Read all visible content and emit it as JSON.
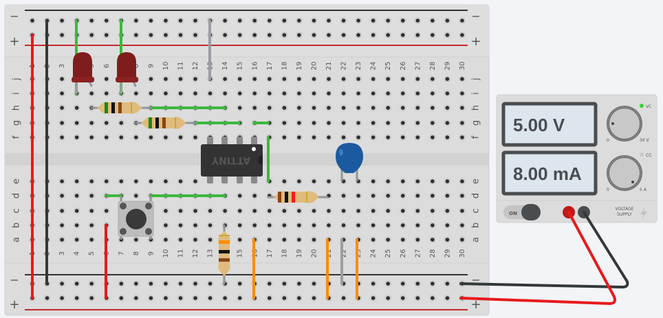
{
  "breadboard": {
    "columns": [
      "1",
      "2",
      "3",
      "4",
      "5",
      "6",
      "7",
      "8",
      "9",
      "10",
      "11",
      "12",
      "13",
      "14",
      "15",
      "16",
      "17",
      "18",
      "19",
      "20",
      "21",
      "22",
      "23",
      "24",
      "25",
      "26",
      "27",
      "28",
      "29",
      "30"
    ],
    "rows_top": [
      "j",
      "i",
      "h",
      "g",
      "f"
    ],
    "rows_bottom": [
      "e",
      "d",
      "c",
      "b",
      "a"
    ],
    "rail_minus_label": "−",
    "rail_plus_label": "+"
  },
  "components": {
    "chip_label": "ATTINY",
    "leds": [
      {
        "name": "led-1",
        "color": "#8b1e1e"
      },
      {
        "name": "led-2",
        "color": "#8b1e1e"
      }
    ],
    "resistor_bands_1": [
      "#1a8a1a",
      "#111111",
      "#8b4513",
      "#c8a830"
    ],
    "resistor_bands_2": [
      "#1a8a1a",
      "#111111",
      "#8b4513",
      "#c8a830"
    ],
    "resistor_bands_3": [
      "#8b4513",
      "#111111",
      "#ff1a1a",
      "#c8a830"
    ],
    "resistor_bands_4": [
      "#c8a830",
      "#ff8c00",
      "#111111",
      "#8b4513"
    ],
    "capacitor_color": "#1b5aa0"
  },
  "power_supply": {
    "voltage_display": "5.00 V",
    "current_display": "8.00 mA",
    "voltage_knob_min": "0",
    "voltage_knob_max": "30 V",
    "current_knob_min": "0",
    "current_knob_max": "5 A",
    "cv_indicator": "VC",
    "cc_indicator": "CC",
    "switch_label": "ON",
    "brand_line1": "VOLTAGE",
    "brand_line2": "SUPPLY",
    "cv_led_color": "#3ad13a",
    "cc_led_color": "#c9c9c9"
  },
  "wire_colors": {
    "red": "#e8191c",
    "black": "#333838",
    "green": "#3db83d",
    "gray": "#9a9ea2",
    "orange": "#ff8c00"
  }
}
